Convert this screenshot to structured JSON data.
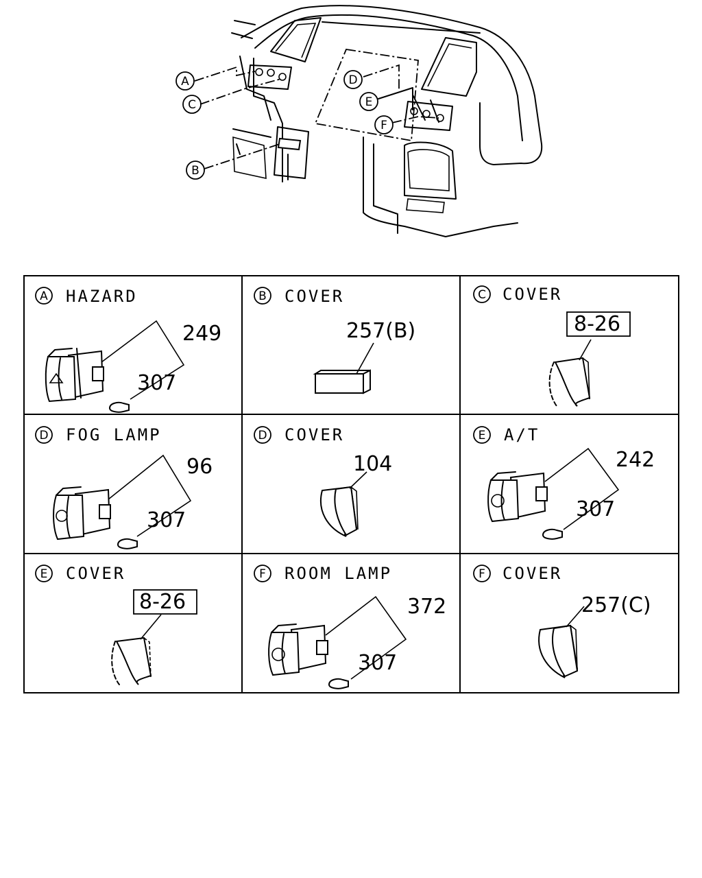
{
  "overview": {
    "callouts": [
      "A",
      "B",
      "C",
      "D",
      "E",
      "F"
    ]
  },
  "cells": [
    {
      "letter": "A",
      "title": "HAZARD",
      "parts": [
        "249",
        "307"
      ]
    },
    {
      "letter": "B",
      "title": "COVER",
      "parts": [
        "257(B)"
      ]
    },
    {
      "letter": "C",
      "title": "COVER",
      "parts": [
        "8-26"
      ]
    },
    {
      "letter": "D",
      "title": "FOG LAMP",
      "parts": [
        "96",
        "307"
      ]
    },
    {
      "letter": "D",
      "title": "COVER",
      "parts": [
        "104"
      ]
    },
    {
      "letter": "E",
      "title": "A/T",
      "parts": [
        "242",
        "307"
      ]
    },
    {
      "letter": "E",
      "title": "COVER",
      "parts": [
        "8-26"
      ]
    },
    {
      "letter": "F",
      "title": "ROOM LAMP",
      "parts": [
        "372",
        "307"
      ]
    },
    {
      "letter": "F",
      "title": "COVER",
      "parts": [
        "257(C)"
      ]
    }
  ]
}
